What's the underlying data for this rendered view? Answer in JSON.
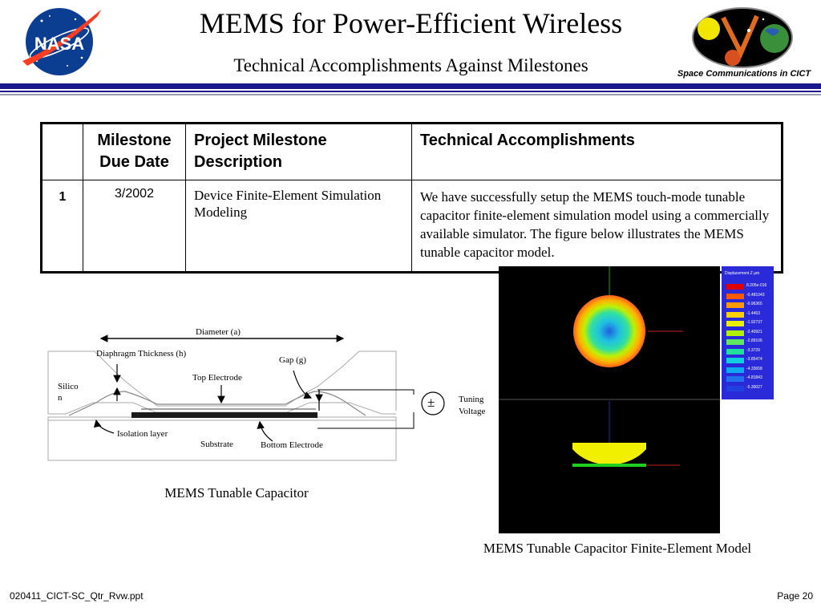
{
  "header": {
    "title": "MEMS for Power-Efficient Wireless",
    "subtitle": "Technical Accomplishments Against Milestones",
    "logo_left_text": "NASA",
    "cict_caption": "Space Communications in CICT"
  },
  "table": {
    "headers": {
      "date": "Milestone Due Date",
      "description": "Project Milestone Description",
      "accomplishments": "Technical Accomplishments"
    },
    "rows": [
      {
        "number": "1",
        "date": "3/2002",
        "description": "Device Finite-Element Simulation Modeling",
        "accomplishments": "We have successfully setup the MEMS touch-mode tunable capacitor finite-element simulation model using a commercially available simulator.  The figure below illustrates the MEMS tunable capacitor model."
      }
    ]
  },
  "diagram": {
    "diameter": "Diameter (a)",
    "diaphragm": "Diaphragm Thickness (h)",
    "gap": "Gap (g)",
    "top_electrode": "Top Electrode",
    "silicon_1": "Silico",
    "silicon_2": "n",
    "isolation": "Isolation layer",
    "substrate": "Substrate",
    "bottom_electrode": "Bottom Electrode",
    "source_symbol": "±",
    "tuning_1": "Tuning",
    "tuning_2": "Voltage"
  },
  "fe_model": {
    "legend_title": "Displacement Z  µm",
    "legend_values": [
      "8.205e-016",
      "-0.481043",
      "-0.96365",
      "-1.4453",
      "-1.92737",
      "-2.40921",
      "-2.89106",
      "-3.3729",
      "-3.85474",
      "-4.33658",
      "-4.81843",
      "-5.30027"
    ],
    "legend_colors": [
      "#e00000",
      "#ff5a00",
      "#ff9a00",
      "#ffd000",
      "#e8f000",
      "#b0f000",
      "#60e860",
      "#20e0a0",
      "#10d0e0",
      "#10a8f0",
      "#2070f0",
      "#2040e0"
    ]
  },
  "captions": {
    "capacitor": "MEMS Tunable Capacitor",
    "fe_model": "MEMS Tunable Capacitor Finite-Element Model"
  },
  "footer": {
    "file": "020411_CICT-SC_Qtr_Rvw.ppt",
    "page": "Page 20"
  },
  "colors": {
    "rule_blue": "#1a1a8c",
    "nasa_blue": "#0b3d91",
    "nasa_red": "#fc3d21"
  }
}
